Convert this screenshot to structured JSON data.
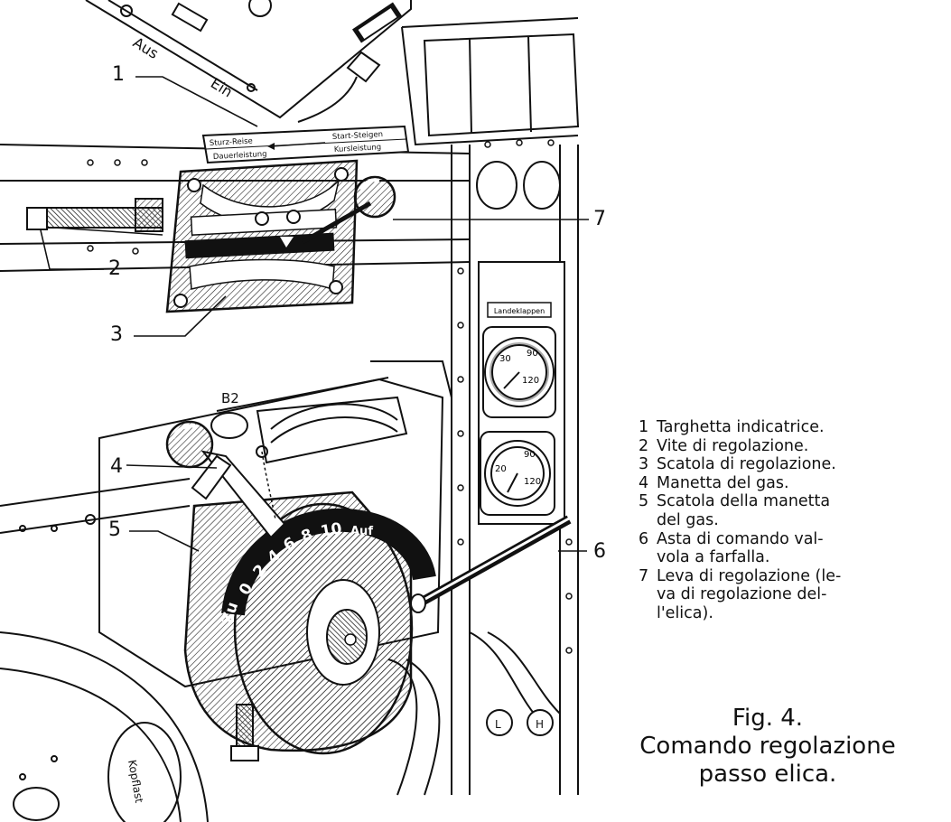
{
  "drawing": {
    "switch_labels": {
      "off": "Aus",
      "on": "Ein"
    },
    "nameplate": {
      "top_left": "Sturz-Reise",
      "top_right": "Start-Steigen",
      "bottom_left": "Dauerleistung",
      "bottom_right": "Kursleistung"
    },
    "panel_label": "B2",
    "gauge_plate_label": "Landeklappen",
    "gauge_upper": [
      "30",
      "90",
      "120"
    ],
    "gauge_lower": [
      "20",
      "90",
      "120"
    ],
    "throttle_scale": [
      "Zu",
      "0",
      "2",
      "4",
      "6",
      "8",
      "10",
      "Auf"
    ],
    "cylinder_label": "Kopflast",
    "valve_labels": {
      "left": "L",
      "right": "H"
    }
  },
  "callouts": [
    {
      "num": "1",
      "target": "indicator-nameplate"
    },
    {
      "num": "2",
      "target": "adjusting-screw"
    },
    {
      "num": "3",
      "target": "regulator-box"
    },
    {
      "num": "4",
      "target": "throttle-lever"
    },
    {
      "num": "5",
      "target": "throttle-housing"
    },
    {
      "num": "6",
      "target": "throttle-valve-rod"
    },
    {
      "num": "7",
      "target": "pitch-lever"
    }
  ],
  "legend": [
    {
      "num": "1",
      "lines": [
        "Targhetta indicatrice."
      ]
    },
    {
      "num": "2",
      "lines": [
        "Vite di regolazione."
      ]
    },
    {
      "num": "3",
      "lines": [
        "Scatola di regolazione."
      ]
    },
    {
      "num": "4",
      "lines": [
        "Manetta del gas."
      ]
    },
    {
      "num": "5",
      "lines": [
        "Scatola della manetta",
        "del gas."
      ]
    },
    {
      "num": "6",
      "lines": [
        "Asta di comando val-",
        "vola a farfalla."
      ]
    },
    {
      "num": "7",
      "lines": [
        "Leva di regolazione (le-",
        "va di regolazione del-",
        "l'elica)."
      ]
    }
  ],
  "caption": [
    "Fig. 4.",
    "Comando regolazione",
    "passo elica."
  ]
}
